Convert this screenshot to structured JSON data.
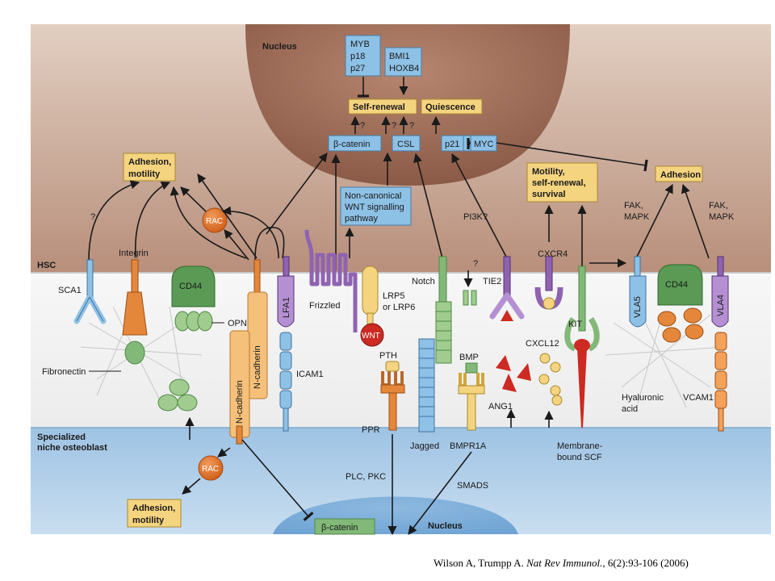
{
  "zones": {
    "nucleus_top": "Nucleus",
    "hsc": "HSC",
    "niche_line1": "Specialized",
    "niche_line2": "niche osteoblast",
    "nucleus_bottom": "Nucleus"
  },
  "nucleus_boxes": {
    "myb": [
      "MYB",
      "p18",
      "p27"
    ],
    "bmi": [
      "BMI1",
      "HOXB4"
    ],
    "self_renewal": "Self-renewal",
    "quiescence": "Quiescence",
    "beta_catenin": "β-catenin",
    "csl": "CSL",
    "p21": "p21",
    "myc": "MYC",
    "question": "?"
  },
  "boxes": {
    "adhesion_motility_top": [
      "Adhesion,",
      "motility"
    ],
    "noncanonical": [
      "Non-canonical",
      "WNT signalling",
      "pathway"
    ],
    "motility_survival": [
      "Motility,",
      "self-renewal,",
      "survival"
    ],
    "adhesion_right": "Adhesion",
    "adhesion_motility_bottom": [
      "Adhesion,",
      "motility"
    ],
    "beta_catenin_bottom": "β-catenin"
  },
  "labels": {
    "sca1": "SCA1",
    "integrin": "Integrin",
    "cd44_left": "CD44",
    "opn": "OPN",
    "fibronectin": "Fibronectin",
    "n_cadherin_hsc": "N-cadherin",
    "n_cadherin_niche": "N-cadherin",
    "lfa1": "LFA1",
    "icam1": "ICAM1",
    "rac_top": "RAC",
    "rac_bottom": "RAC",
    "frizzled": "Frizzled",
    "lrp": [
      "LRP5",
      "or LRP6"
    ],
    "wnt": "WNT",
    "pth": "PTH",
    "ppr": "PPR",
    "notch": "Notch",
    "jagged": "Jagged",
    "bmp": "BMP",
    "bmpr1a": "BMPR1A",
    "tie2": "TIE2",
    "ang1": "ANG1",
    "pi3k": "PI3K?",
    "cxcr4": "CXCR4",
    "cxcl12": "CXCL12",
    "kit": "KIT",
    "membrane_scf": [
      "Membrane-",
      "bound SCF"
    ],
    "vla5": "VLA5",
    "cd44_right": "CD44",
    "vla4": "VLA4",
    "hyaluronic": [
      "Hyaluronic",
      "acid"
    ],
    "vcam1": "VCAM1",
    "fak_left": [
      "FAK,",
      "MAPK"
    ],
    "fak_right": [
      "FAK,",
      "MAPK"
    ],
    "plc_pkc": "PLC, PKC",
    "smads": "SMADS",
    "question": "?"
  },
  "citation": {
    "authors": "Wilson A, Trumpp A.",
    "journal": "Nat Rev Immunol.",
    "details": ", 6(2):93-106  (2006)"
  },
  "colors": {
    "top_band": "#d2b8a8",
    "nucleus": "#a77561",
    "niche": "#9fc3e3",
    "blue_box": "#8ec1e6",
    "yellow_box": "#f5d480",
    "orange": "#e5873b",
    "green": "#82b878",
    "purple": "#8f63b1",
    "red": "#cc2a22"
  }
}
